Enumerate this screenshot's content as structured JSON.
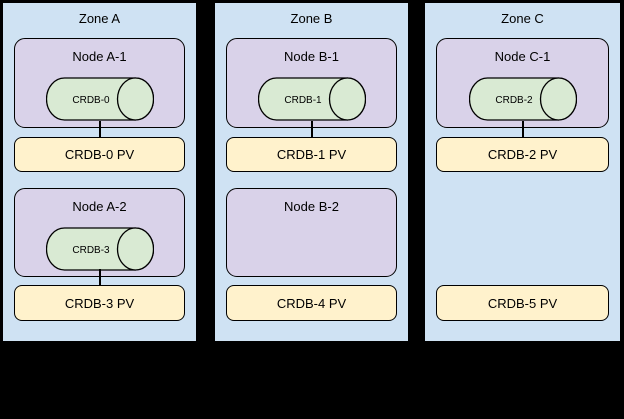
{
  "diagram": {
    "background": "#000000",
    "colors": {
      "zone_fill": "#cfe2f3",
      "node_fill": "#d9d2e9",
      "disk_fill": "#d9ead3",
      "pv_fill": "#fff2cc",
      "line": "#000000"
    },
    "zones": [
      {
        "title": "Zone A",
        "nodes": [
          {
            "title": "Node A-1",
            "disk": "CRDB-0",
            "pv": "CRDB-0 PV",
            "connected": true
          },
          {
            "title": "Node A-2",
            "disk": "CRDB-3",
            "pv": "CRDB-3 PV",
            "connected": true
          }
        ]
      },
      {
        "title": "Zone B",
        "nodes": [
          {
            "title": "Node B-1",
            "disk": "CRDB-1",
            "pv": "CRDB-1 PV",
            "connected": true
          },
          {
            "title": "Node B-2",
            "disk": null,
            "pv": "CRDB-4 PV",
            "connected": false
          }
        ]
      },
      {
        "title": "Zone C",
        "nodes": [
          {
            "title": "Node C-1",
            "disk": "CRDB-2",
            "pv": "CRDB-2 PV",
            "connected": true
          },
          {
            "title": null,
            "disk": null,
            "pv": "CRDB-5 PV",
            "connected": false
          }
        ]
      }
    ]
  }
}
